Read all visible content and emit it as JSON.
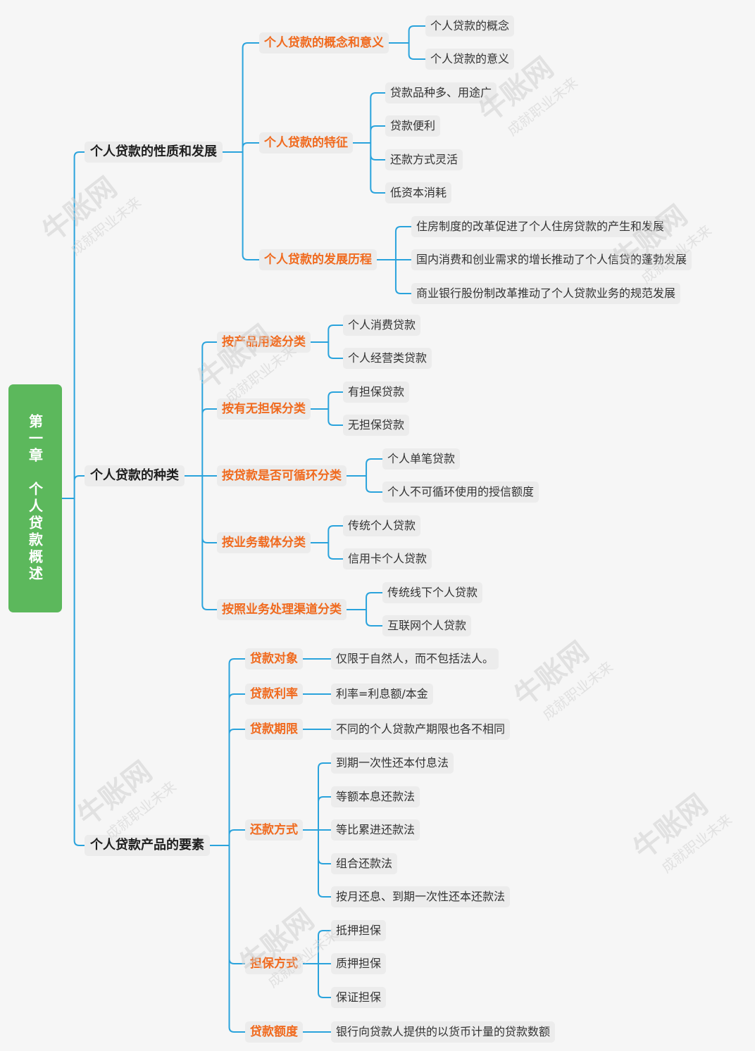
{
  "root": {
    "label": "第一章　个人贷款概述"
  },
  "watermark": {
    "brand": "牛账网",
    "slogan": "成就职业未来"
  },
  "colors": {
    "line": "#2aa3dc",
    "root_bg": "#5cb85c",
    "level2_text": "#f06a1e",
    "node_bg": "#ececec"
  },
  "branches": [
    {
      "label": "个人贷款的性质和发展",
      "children": [
        {
          "label": "个人贷款的概念和意义",
          "children": [
            "个人贷款的概念",
            "个人贷款的意义"
          ]
        },
        {
          "label": "个人贷款的特征",
          "children": [
            "贷款品种多、用途广",
            "贷款便利",
            "还款方式灵活",
            "低资本消耗"
          ]
        },
        {
          "label": "个人贷款的发展历程",
          "children": [
            "住房制度的改革促进了个人住房贷款的产生和发展",
            "国内消费和创业需求的增长推动了个人信贷的蓬勃发展",
            "商业银行股份制改革推动了个人贷款业务的规范发展"
          ]
        }
      ]
    },
    {
      "label": "个人贷款的种类",
      "children": [
        {
          "label": "按产品用途分类",
          "children": [
            "个人消费贷款",
            "个人经营类贷款"
          ]
        },
        {
          "label": "按有无担保分类",
          "children": [
            "有担保贷款",
            "无担保贷款"
          ]
        },
        {
          "label": "按贷款是否可循环分类",
          "children": [
            "个人单笔贷款",
            "个人不可循环使用的授信额度"
          ]
        },
        {
          "label": "按业务载体分类",
          "children": [
            "传统个人贷款",
            "信用卡个人贷款"
          ]
        },
        {
          "label": "按照业务处理渠道分类",
          "children": [
            "传统线下个人贷款",
            "互联网个人贷款"
          ]
        }
      ]
    },
    {
      "label": "个人贷款产品的要素",
      "children": [
        {
          "label": "贷款对象",
          "children": [
            "仅限于自然人，而不包括法人。"
          ]
        },
        {
          "label": "贷款利率",
          "children": [
            "利率=利息额/本金"
          ]
        },
        {
          "label": "贷款期限",
          "children": [
            "不同的个人贷款产期限也各不相同"
          ]
        },
        {
          "label": "还款方式",
          "children": [
            "到期一次性还本付息法",
            "等额本息还款法",
            "等比累进还款法",
            "组合还款法",
            "按月还息、到期一次性还本还款法"
          ]
        },
        {
          "label": "担保方式",
          "children": [
            "抵押担保",
            "质押担保",
            "保证担保"
          ]
        },
        {
          "label": "贷款额度",
          "children": [
            "银行向贷款人提供的以货币计量的贷款数额"
          ]
        }
      ]
    }
  ]
}
